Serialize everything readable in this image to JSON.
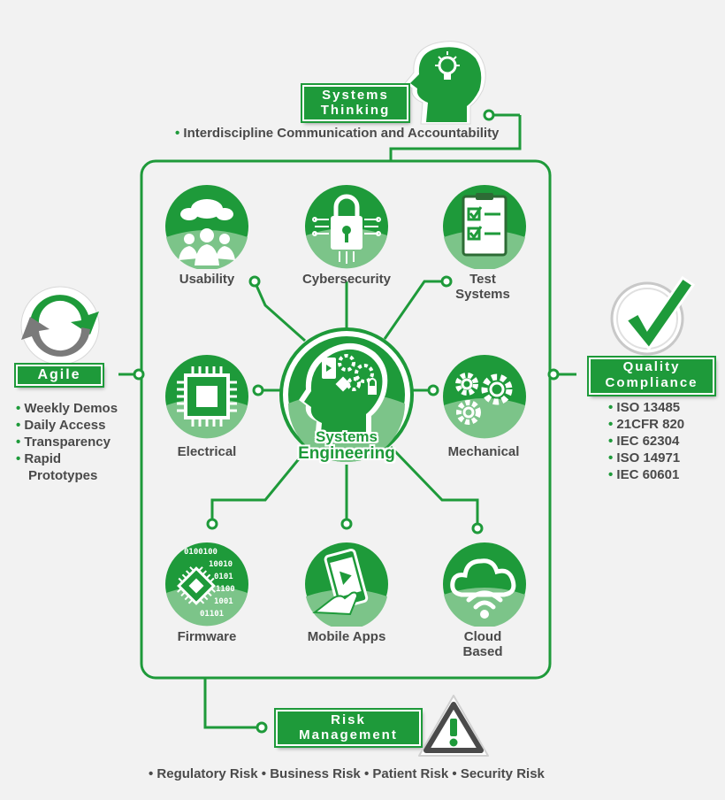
{
  "colors": {
    "green": "#1e9a3a",
    "light_green": "#7cc489",
    "text": "#4a4a4a",
    "background": "#f2f2f2"
  },
  "center": {
    "line1": "Systems",
    "line2": "Engineering"
  },
  "nodes": {
    "usability": "Usability",
    "cybersecurity": "Cybersecurity",
    "test_systems_1": "Test",
    "test_systems_2": "Systems",
    "electrical": "Electrical",
    "mechanical": "Mechanical",
    "firmware": "Firmware",
    "mobile_apps": "Mobile Apps",
    "cloud_1": "Cloud",
    "cloud_2": "Based"
  },
  "systems_thinking": {
    "title_1": "Systems",
    "title_2": "Thinking",
    "item": "Interdiscipline Communication and Accountability"
  },
  "agile": {
    "title": "Agile",
    "items": [
      "Weekly Demos",
      "Daily Access",
      "Transparency",
      "Rapid",
      "Prototypes"
    ]
  },
  "quality": {
    "title_1": "Quality",
    "title_2": "Compliance",
    "items": [
      "ISO 13485",
      "21CFR 820",
      "IEC 62304",
      "ISO 14971",
      "IEC 60601"
    ]
  },
  "risk": {
    "title_1": "Risk",
    "title_2": "Management",
    "items": [
      "Regulatory Risk",
      "Business Risk",
      "Patient Risk",
      "Security Risk"
    ]
  },
  "icons": [
    "usability-icon",
    "lock-icon",
    "checklist-icon",
    "chip-icon",
    "gears-icon",
    "firmware-icon",
    "mobile-icon",
    "cloud-icon",
    "head-icon",
    "lightbulb-icon",
    "sync-icon",
    "checkmark-icon",
    "warning-icon"
  ]
}
